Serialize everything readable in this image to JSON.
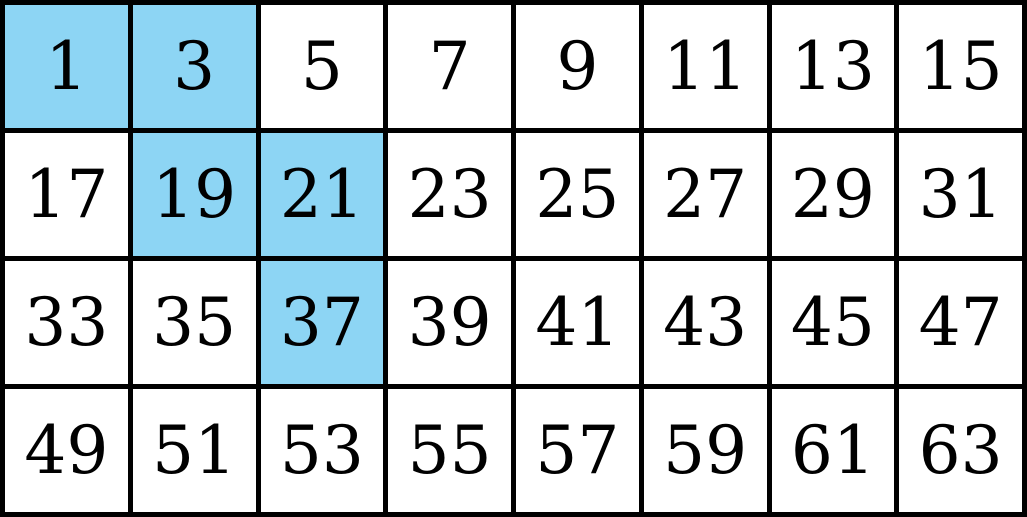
{
  "colors": {
    "highlight": "#8dd5f4",
    "background": "#ffffff",
    "grid_line": "#000000"
  },
  "grid": {
    "columns": 8,
    "rows": 4,
    "cells": [
      {
        "value": "1",
        "highlighted": true
      },
      {
        "value": "3",
        "highlighted": true
      },
      {
        "value": "5",
        "highlighted": false
      },
      {
        "value": "7",
        "highlighted": false
      },
      {
        "value": "9",
        "highlighted": false
      },
      {
        "value": "11",
        "highlighted": false
      },
      {
        "value": "13",
        "highlighted": false
      },
      {
        "value": "15",
        "highlighted": false
      },
      {
        "value": "17",
        "highlighted": false
      },
      {
        "value": "19",
        "highlighted": true
      },
      {
        "value": "21",
        "highlighted": true
      },
      {
        "value": "23",
        "highlighted": false
      },
      {
        "value": "25",
        "highlighted": false
      },
      {
        "value": "27",
        "highlighted": false
      },
      {
        "value": "29",
        "highlighted": false
      },
      {
        "value": "31",
        "highlighted": false
      },
      {
        "value": "33",
        "highlighted": false
      },
      {
        "value": "35",
        "highlighted": false
      },
      {
        "value": "37",
        "highlighted": true
      },
      {
        "value": "39",
        "highlighted": false
      },
      {
        "value": "41",
        "highlighted": false
      },
      {
        "value": "43",
        "highlighted": false
      },
      {
        "value": "45",
        "highlighted": false
      },
      {
        "value": "47",
        "highlighted": false
      },
      {
        "value": "49",
        "highlighted": false
      },
      {
        "value": "51",
        "highlighted": false
      },
      {
        "value": "53",
        "highlighted": false
      },
      {
        "value": "55",
        "highlighted": false
      },
      {
        "value": "57",
        "highlighted": false
      },
      {
        "value": "59",
        "highlighted": false
      },
      {
        "value": "61",
        "highlighted": false
      },
      {
        "value": "63",
        "highlighted": false
      }
    ]
  }
}
